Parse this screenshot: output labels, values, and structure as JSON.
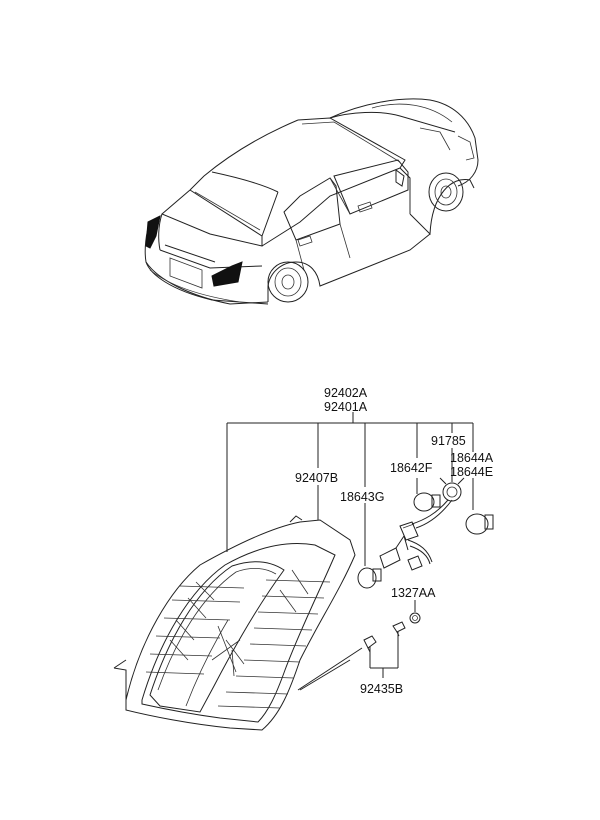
{
  "parts": {
    "housing_a": "92402A",
    "housing_b": "92401A",
    "lens": "92407B",
    "bulb_g": "18643G",
    "bulb_f": "18642F",
    "harness": "91785",
    "bulb_a": "18644A",
    "bulb_e": "18644E",
    "nut": "1327AA",
    "screw": "92435B"
  }
}
